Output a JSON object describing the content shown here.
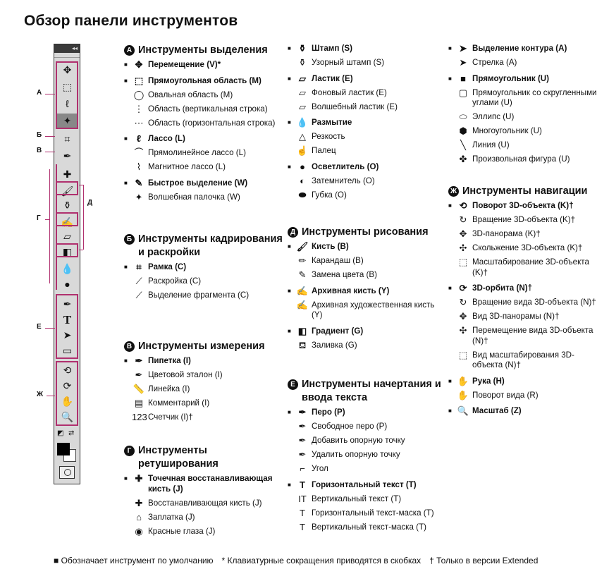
{
  "title": "Обзор панели инструментов",
  "toolbar": {
    "collapse_glyph": "◂◂",
    "labels": {
      "a": "А",
      "b": "Б",
      "v": "В",
      "g": "Г",
      "d": "Д",
      "e": "Е",
      "zh": "Ж"
    }
  },
  "sections": {
    "a": {
      "badge": "А",
      "title": "Инструменты выделения",
      "groups": [
        {
          "default": {
            "icon": "✥",
            "label": "Перемещение (V)*"
          },
          "items": []
        },
        {
          "default": {
            "icon": "⬚",
            "label": "Прямоугольная область (M)"
          },
          "items": [
            {
              "icon": "◯",
              "label": "Овальная область (M)"
            },
            {
              "icon": "⋮",
              "label": "Область (вертикальная строка)"
            },
            {
              "icon": "⋯",
              "label": "Область (горизонтальная строка)"
            }
          ]
        },
        {
          "default": {
            "icon": "ℓ",
            "label": "Лассо (L)"
          },
          "items": [
            {
              "icon": "⌒",
              "label": "Прямолинейное лассо (L)"
            },
            {
              "icon": "⌇",
              "label": "Магнитное лассо (L)"
            }
          ]
        },
        {
          "default": {
            "icon": "✎",
            "label": "Быстрое выделение (W)"
          },
          "items": [
            {
              "icon": "✦",
              "label": "Волшебная палочка (W)"
            }
          ]
        }
      ]
    },
    "b": {
      "badge": "Б",
      "title": "Инструменты кадрирования и раскройки",
      "groups": [
        {
          "default": {
            "icon": "⌗",
            "label": "Рамка (C)"
          },
          "items": [
            {
              "icon": "⟋",
              "label": "Раскройка (C)"
            },
            {
              "icon": "⟋",
              "label": "Выделение фрагмента (C)"
            }
          ]
        }
      ]
    },
    "v": {
      "badge": "В",
      "title": "Инструменты измерения",
      "groups": [
        {
          "default": {
            "icon": "✒",
            "label": "Пипетка (I)"
          },
          "items": [
            {
              "icon": "✒",
              "label": "Цветовой эталон (I)"
            },
            {
              "icon": "📏",
              "label": "Линейка (I)"
            },
            {
              "icon": "▤",
              "label": "Комментарий (I)"
            },
            {
              "icon": "123",
              "label": "Счетчик (I)†"
            }
          ]
        }
      ]
    },
    "g": {
      "badge": "Г",
      "title": "Инструменты ретуширования",
      "groups": [
        {
          "default": {
            "icon": "✚",
            "label": "Точечная восстанавливающая кисть (J)"
          },
          "items": [
            {
              "icon": "✚",
              "label": "Восстанавливающая кисть (J)"
            },
            {
              "icon": "⌂",
              "label": "Заплатка (J)"
            },
            {
              "icon": "◉",
              "label": "Красные глаза (J)"
            }
          ]
        }
      ]
    },
    "stamp": {
      "groups": [
        {
          "default": {
            "icon": "⚱",
            "label": "Штамп (S)"
          },
          "items": [
            {
              "icon": "⚱",
              "label": "Узорный штамп (S)"
            }
          ]
        },
        {
          "default": {
            "icon": "▱",
            "label": "Ластик (E)"
          },
          "items": [
            {
              "icon": "▱",
              "label": "Фоновый ластик (E)"
            },
            {
              "icon": "▱",
              "label": "Волшебный ластик (E)"
            }
          ]
        },
        {
          "default": {
            "icon": "💧",
            "label": "Размытие"
          },
          "items": [
            {
              "icon": "△",
              "label": "Резкость"
            },
            {
              "icon": "☝",
              "label": "Палец"
            }
          ]
        },
        {
          "default": {
            "icon": "●",
            "label": "Осветлитель (O)"
          },
          "items": [
            {
              "icon": "◐",
              "label": "Затемнитель (O)"
            },
            {
              "icon": "⬬",
              "label": "Губка (O)"
            }
          ]
        }
      ]
    },
    "d": {
      "badge": "Д",
      "title": "Инструменты рисования",
      "groups": [
        {
          "default": {
            "icon": "🖌",
            "label": "Кисть (B)"
          },
          "items": [
            {
              "icon": "✏",
              "label": "Карандаш (B)"
            },
            {
              "icon": "✎",
              "label": "Замена цвета (B)"
            }
          ]
        },
        {
          "default": {
            "icon": "✍",
            "label": "Архивная кисть (Y)"
          },
          "items": [
            {
              "icon": "✍",
              "label": "Архивная художественная кисть (Y)"
            }
          ]
        },
        {
          "default": {
            "icon": "◧",
            "label": "Градиент (G)"
          },
          "items": [
            {
              "icon": "⛾",
              "label": "Заливка (G)"
            }
          ]
        }
      ]
    },
    "e": {
      "badge": "Е",
      "title": "Инструменты начертания и ввода текста",
      "groups": [
        {
          "default": {
            "icon": "✒",
            "label": "Перо (P)"
          },
          "items": [
            {
              "icon": "✒",
              "label": "Свободное перо (P)"
            },
            {
              "icon": "✒",
              "label": "Добавить опорную точку"
            },
            {
              "icon": "✒",
              "label": "Удалить опорную точку"
            },
            {
              "icon": "⌐",
              "label": "Угол"
            }
          ]
        },
        {
          "default": {
            "icon": "T",
            "label": "Горизонтальный текст (T)"
          },
          "items": [
            {
              "icon": "IT",
              "label": "Вертикальный текст (T)"
            },
            {
              "icon": "T",
              "label": "Горизонтальный текст-маска (T)"
            },
            {
              "icon": "T",
              "label": "Вертикальный текст-маска (T)"
            }
          ]
        }
      ]
    },
    "path": {
      "groups": [
        {
          "default": {
            "icon": "➤",
            "label": "Выделение контура (A)"
          },
          "items": [
            {
              "icon": "➤",
              "label": "Стрелка (A)"
            }
          ]
        },
        {
          "default": {
            "icon": "■",
            "label": "Прямоугольник (U)"
          },
          "items": [
            {
              "icon": "▢",
              "label": "Прямоугольник со скругленными углами (U)"
            },
            {
              "icon": "⬭",
              "label": "Эллипс (U)"
            },
            {
              "icon": "⬢",
              "label": "Многоугольник (U)"
            },
            {
              "icon": "╲",
              "label": "Линия (U)"
            },
            {
              "icon": "✤",
              "label": "Произвольная фигура (U)"
            }
          ]
        }
      ]
    },
    "zh": {
      "badge": "Ж",
      "title": "Инструменты навигации",
      "groups": [
        {
          "default": {
            "icon": "⟲",
            "label": "Поворот 3D-объекта (K)†"
          },
          "items": [
            {
              "icon": "↻",
              "label": "Вращение 3D-объекта (K)†"
            },
            {
              "icon": "✥",
              "label": "3D-панорама (K)†"
            },
            {
              "icon": "✣",
              "label": "Скольжение 3D-объекта (K)†"
            },
            {
              "icon": "⬚",
              "label": "Масштабирование 3D-объекта (K)†"
            }
          ]
        },
        {
          "default": {
            "icon": "⟳",
            "label": "3D-орбита (N)†"
          },
          "items": [
            {
              "icon": "↻",
              "label": "Вращение вида 3D-объекта (N)†"
            },
            {
              "icon": "✥",
              "label": "Вид 3D-панорамы (N)†"
            },
            {
              "icon": "✣",
              "label": "Перемещение вида 3D-объекта (N)†"
            },
            {
              "icon": "⬚",
              "label": "Вид масштабирования 3D-объекта (N)†"
            }
          ]
        },
        {
          "default": {
            "icon": "✋",
            "label": "Рука (H)"
          },
          "items": [
            {
              "icon": "✋",
              "label": "Поворот вида (R)"
            }
          ]
        },
        {
          "default": {
            "icon": "🔍",
            "label": "Масштаб (Z)"
          },
          "items": []
        }
      ]
    }
  },
  "footer": {
    "default_note": "■  Обозначает инструмент по умолчанию",
    "shortcut_note": "* Клавиатурные сокращения приводятся в скобках",
    "extended_note": "† Только в версии Extended"
  }
}
